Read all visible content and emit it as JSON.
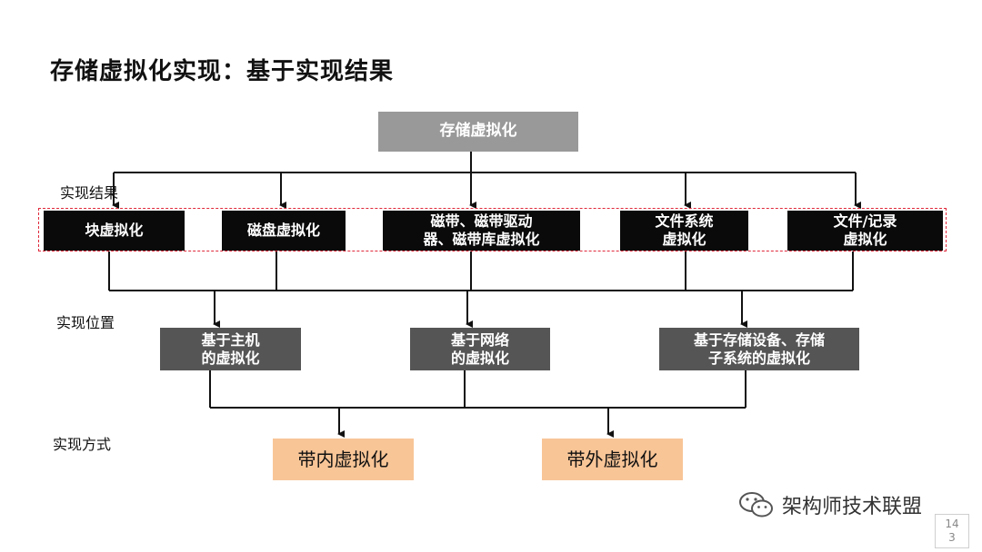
{
  "slide": {
    "title": "存储虚拟化实现：基于实现结果",
    "page_number": "14\n3"
  },
  "diagram": {
    "root": "存储虚拟化",
    "labels": {
      "results": "实现结果",
      "location": "实现位置",
      "method": "实现方式"
    },
    "results": [
      "块虚拟化",
      "磁盘虚拟化",
      "磁带、磁带驱动\n器、磁带库虚拟化",
      "文件系统\n虚拟化",
      "文件/记录\n虚拟化"
    ],
    "locations": [
      "基于主机\n的虚拟化",
      "基于网络\n的虚拟化",
      "基于存储设备、存储\n子系统的虚拟化"
    ],
    "methods": [
      "带内虚拟化",
      "带外虚拟化"
    ],
    "colors": {
      "root_box": "#999999",
      "result_box": "#0a0a0a",
      "location_box": "#555555",
      "method_box": "#f8c597",
      "dashed_border": "#e0283a"
    }
  },
  "watermark": {
    "icon": "wechat-icon",
    "text": "架构师技术联盟"
  }
}
